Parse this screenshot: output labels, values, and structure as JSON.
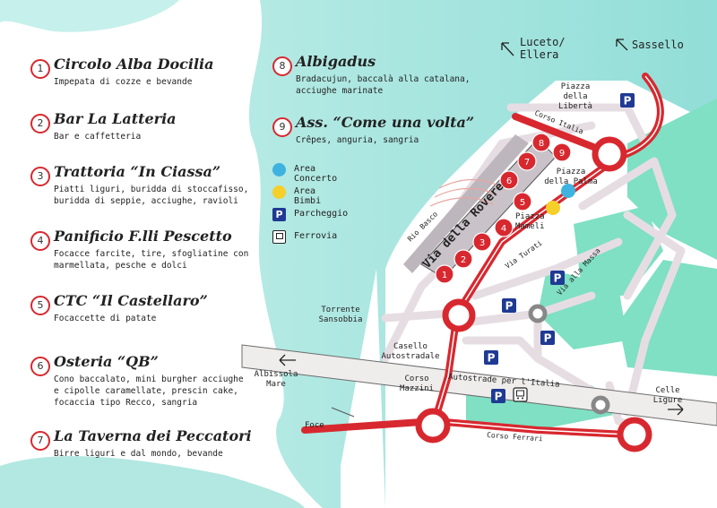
{
  "legend": {
    "items": [
      {
        "num": "1",
        "title": "Circolo Alba Docilia",
        "desc": "Impepata di cozze e bevande"
      },
      {
        "num": "2",
        "title": "Bar La Latteria",
        "desc": "Bar e caffetteria"
      },
      {
        "num": "3",
        "title": "Trattoria “In Ciassa”",
        "desc": "Piatti liguri, buridda di stoccafisso,\nburidda di seppie, acciughe, ravioli"
      },
      {
        "num": "4",
        "title": "Panificio F.lli Pescetto",
        "desc": "Focacce farcite, tire, sfogliatine con\nmarmellata, pesche e dolci"
      },
      {
        "num": "5",
        "title": "CTC “Il Castellaro”",
        "desc": "Focaccette di patate"
      },
      {
        "num": "6",
        "title": "Osteria “QB”",
        "desc": "Cono baccalato, mini burgher acciughe\ne cipolle caramellate, prescin cake,\nfocaccia tipo Recco, sangria"
      },
      {
        "num": "7",
        "title": "La Taverna dei Peccatori",
        "desc": "Birre liguri e dal mondo, bevande"
      },
      {
        "num": "8",
        "title": "Albigadus",
        "desc": "Bradacujun, baccalà alla catalana,\nacciughe marinate"
      },
      {
        "num": "9",
        "title": "Ass. “Come una volta”",
        "desc": "Crêpes, anguria, sangria"
      }
    ]
  },
  "key": {
    "concerto": "Area Concerto",
    "bimbi": "Area Bimbi",
    "parcheggio": "Parcheggio",
    "ferrovia": "Ferrovia",
    "parking_glyph": "P",
    "colors": {
      "concerto": "#3fb3e0",
      "bimbi": "#f5cf2a",
      "route": "#d8282f",
      "park": "#1f3a93"
    }
  },
  "directions": {
    "luceto": "Luceto/\nEllera",
    "sassello": "Sassello",
    "albissola": "Albissola\nMare",
    "celle": "Celle\nLigure"
  },
  "labels": {
    "piazza_liberta": "Piazza\ndella\nLibertà",
    "corso_italia": "Corso Italia",
    "piazza_palma": "Piazza\ndella Palma",
    "piazza_mameli": "Piazza\nMameli",
    "via_rovere": "Via della Rovere",
    "rio_basco": "Rio Basco",
    "via_turati": "Via Turati",
    "via_massa": "Via alla Massa",
    "torrente": "Torrente\nSansobbia",
    "casello": "Casello\nAutostradale",
    "autostrade": "Autostrade per l'Italia",
    "corso_mazzini": "Corso\nMazzini",
    "foce": "Foce",
    "corso_ferrari": "Corso Ferrari"
  },
  "markers": [
    "1",
    "2",
    "3",
    "4",
    "5",
    "6",
    "7",
    "8",
    "9"
  ]
}
